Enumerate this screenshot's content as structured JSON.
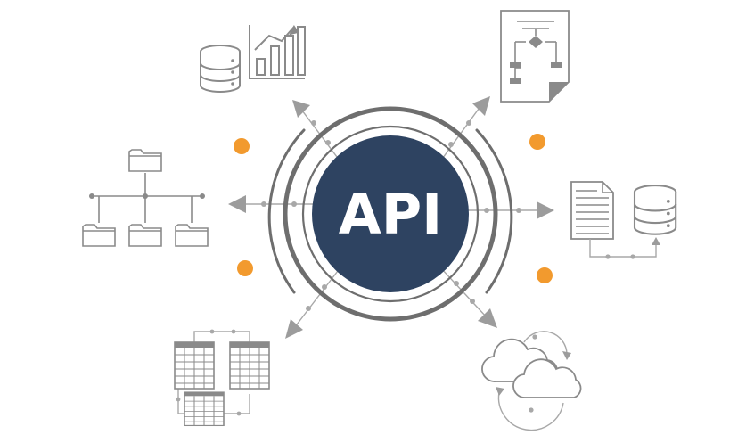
{
  "center": {
    "label": "API",
    "fill_color": "#2e4361"
  },
  "colors": {
    "accent_dot": "#f29a2e",
    "ring": "#6e6e6e",
    "icon_stroke": "#8a8a8a",
    "connector": "#a8a8a8",
    "arrowhead": "#9c9c9c"
  },
  "nodes": [
    {
      "name": "database-chart",
      "icons": [
        "database-icon",
        "bar-chart-icon"
      ]
    },
    {
      "name": "flowchart-document",
      "icons": [
        "flowchart-document-icon"
      ]
    },
    {
      "name": "folder-hierarchy",
      "icons": [
        "folder-tree-icon"
      ]
    },
    {
      "name": "document-database",
      "icons": [
        "document-icon",
        "database-icon"
      ]
    },
    {
      "name": "linked-tables",
      "icons": [
        "spreadsheet-icon"
      ]
    },
    {
      "name": "cloud-sync",
      "icons": [
        "cloud-sync-icon"
      ]
    }
  ]
}
